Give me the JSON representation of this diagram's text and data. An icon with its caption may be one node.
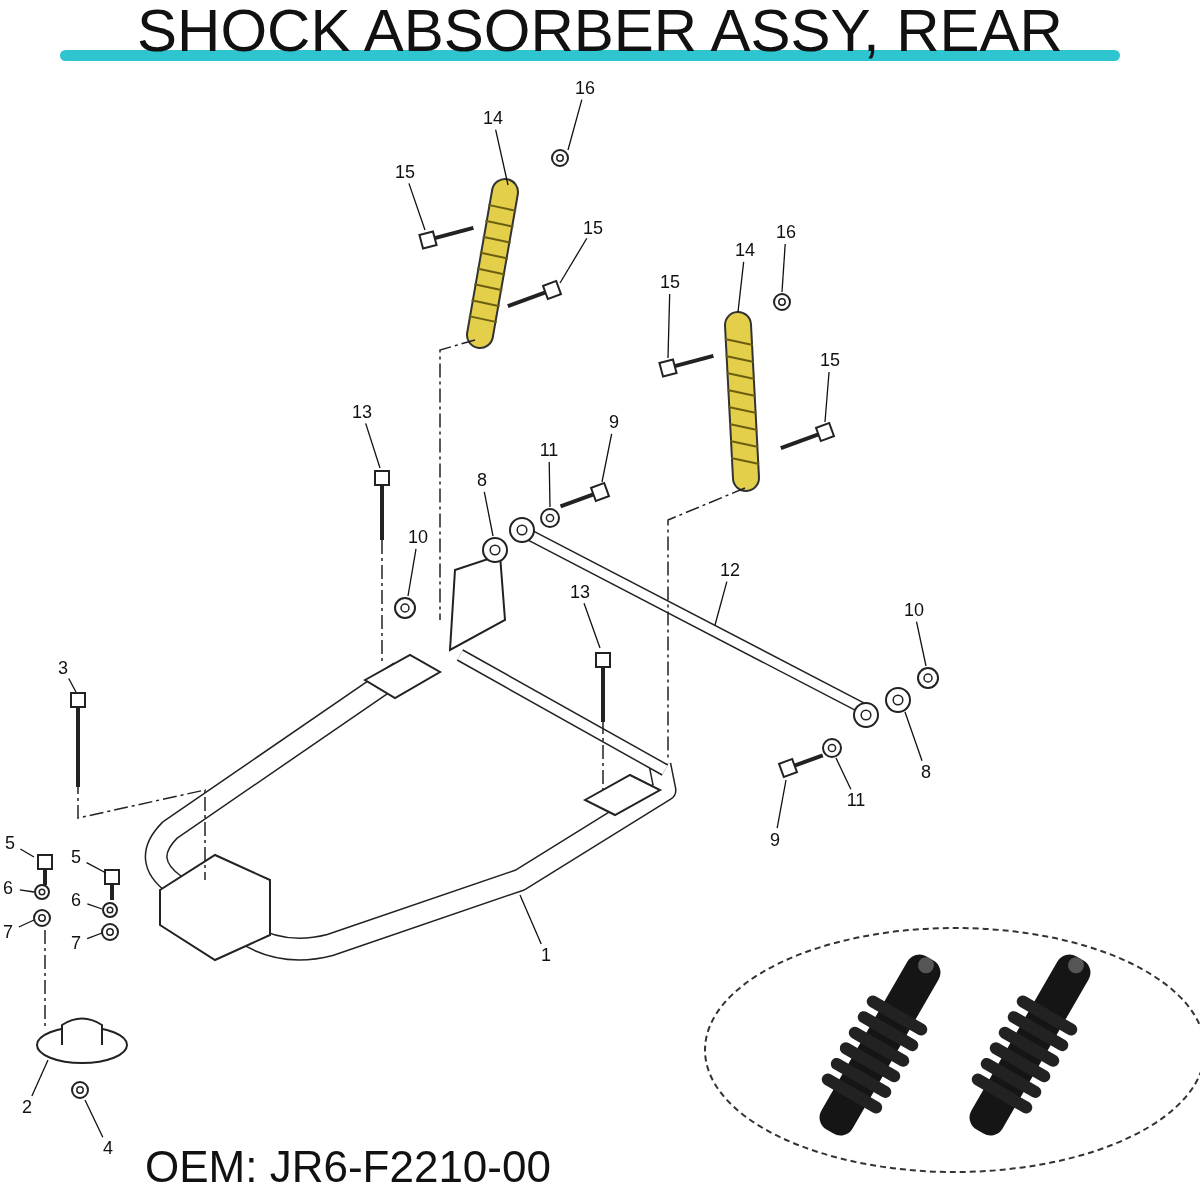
{
  "diagram": {
    "title": "SHOCK ABSORBER ASSY, REAR",
    "nodes": [
      {
        "text": [
          "16"
        ]
      },
      {
        "text": [
          "14"
        ]
      },
      {
        "text": [
          "15"
        ]
      },
      {
        "text": [
          "15"
        ]
      },
      {
        "text": [
          "16"
        ]
      },
      {
        "text": [
          "14"
        ]
      },
      {
        "text": [
          "15"
        ]
      },
      {
        "text": [
          "15"
        ]
      },
      {
        "text": [
          "13"
        ]
      },
      {
        "text": [
          "9"
        ]
      },
      {
        "text": [
          "11"
        ]
      },
      {
        "text": [
          "8"
        ]
      },
      {
        "text": [
          "10"
        ]
      },
      {
        "text": [
          "12"
        ]
      },
      {
        "text": [
          "13"
        ]
      },
      {
        "text": [
          "10"
        ]
      },
      {
        "text": [
          "3"
        ]
      },
      {
        "text": [
          "8"
        ]
      },
      {
        "text": [
          "11"
        ]
      },
      {
        "text": [
          "9"
        ]
      },
      {
        "text": [
          "5"
        ]
      },
      {
        "text": [
          "5"
        ]
      },
      {
        "text": [
          "6"
        ]
      },
      {
        "text": [
          "6"
        ]
      },
      {
        "text": [
          "7"
        ]
      },
      {
        "text": [
          "7"
        ]
      },
      {
        "text": [
          "1"
        ]
      },
      {
        "text": [
          "2"
        ]
      },
      {
        "text": [
          "4"
        ]
      }
    ],
    "edges": [
      {
        "from": 0,
        "to": null,
        "arrow": "none"
      },
      {
        "from": 1,
        "to": null,
        "arrow": "none"
      },
      {
        "from": 2,
        "to": null,
        "arrow": "none"
      },
      {
        "from": 3,
        "to": null,
        "arrow": "none"
      },
      {
        "from": 4,
        "to": null,
        "arrow": "none"
      },
      {
        "from": 5,
        "to": null,
        "arrow": "none"
      },
      {
        "from": 6,
        "to": null,
        "arrow": "none"
      },
      {
        "from": 7,
        "to": null,
        "arrow": "none"
      },
      {
        "from": 8,
        "to": null,
        "arrow": "none"
      },
      {
        "from": 9,
        "to": null,
        "arrow": "none"
      },
      {
        "from": 10,
        "to": null,
        "arrow": "none"
      },
      {
        "from": 11,
        "to": null,
        "arrow": "none"
      },
      {
        "from": 12,
        "to": null,
        "arrow": "none"
      },
      {
        "from": 13,
        "to": null,
        "arrow": "none"
      },
      {
        "from": 14,
        "to": null,
        "arrow": "none"
      },
      {
        "from": 15,
        "to": null,
        "arrow": "none"
      },
      {
        "from": 16,
        "to": null,
        "arrow": "none"
      },
      {
        "from": 17,
        "to": null,
        "arrow": "none"
      },
      {
        "from": 18,
        "to": null,
        "arrow": "none"
      },
      {
        "from": 19,
        "to": null,
        "arrow": "none"
      },
      {
        "from": 20,
        "to": null,
        "arrow": "none"
      },
      {
        "from": 21,
        "to": null,
        "arrow": "none"
      },
      {
        "from": 22,
        "to": null,
        "arrow": "none"
      },
      {
        "from": 23,
        "to": null,
        "arrow": "none"
      },
      {
        "from": 24,
        "to": null,
        "arrow": "none"
      },
      {
        "from": 25,
        "to": null,
        "arrow": "none"
      },
      {
        "from": 26,
        "to": null,
        "arrow": "none"
      },
      {
        "from": 27,
        "to": null,
        "arrow": "none"
      },
      {
        "from": 28,
        "to": null,
        "arrow": "none"
      }
    ],
    "labels": [
      "OEM: JR6-F2210-00"
    ]
  }
}
